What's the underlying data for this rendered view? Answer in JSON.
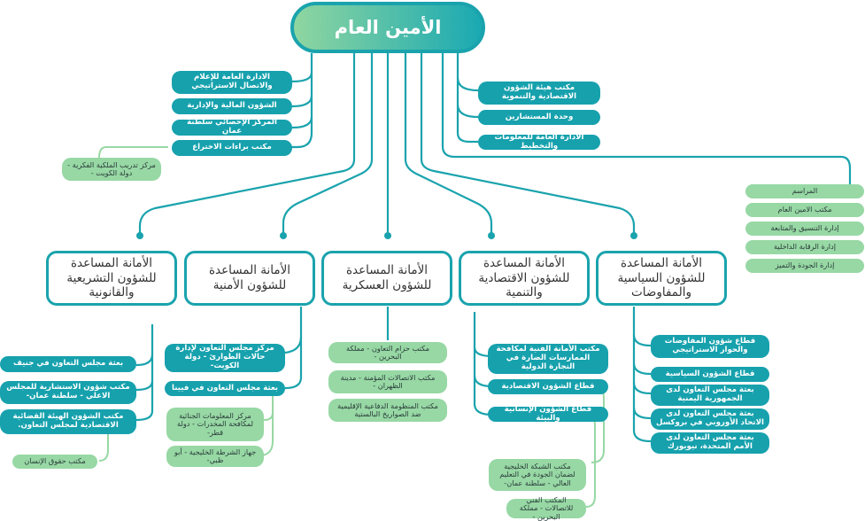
{
  "title": "الأمين العام",
  "colors": {
    "teal": "#16a1ad",
    "green": "#97d8a4",
    "line": "#1aa3ad"
  },
  "left_units": [
    "الادارة العامة للإعلام والاتصال الاستراتيجي",
    "الشؤون المالية والإدارية",
    "المركز الإحصائي سلطنة عمان",
    "مكتب براءات الاختراع"
  ],
  "left_sub": "مركز تدريب الملكية الفكرية - دولة الكويت -",
  "right_units": [
    "مكتب هيئة الشؤون الاقتصادية والتنموية",
    "وحدة المستشارين",
    "الادارة العامة للمعلومات والتخطيط"
  ],
  "far_right_units": [
    "المراسم",
    "مكتب الامين العام",
    "إدارة التنسيق والمتابعة",
    "إدارة الرقابة الداخلية",
    "إدارة الجودة والتميز"
  ],
  "assistants": [
    {
      "name": "الأمانة المساعدة للشؤون السياسية والمفاوضات",
      "children": [
        "قطاع شؤون المفاوضات والحوار الاستراتيجي",
        "قطاع الشؤون السياسية",
        "بعثة مجلس التعاون لدى الجمهورية اليمنية",
        "بعثة مجلس التعاون لدى الاتحاد الأوروبي في بروكسل",
        "بعثة مجلس التعاون لدى الأمم المتحدة، نيويورك"
      ]
    },
    {
      "name": "الأمانة المساعدة للشؤون الاقتصادية والتنمية",
      "children": [
        "مكتب الأمانة الفنية لمكافحة الممارسات الضارة في التجارة الدولية",
        "قطاع الشؤون الاقتصادية",
        "قطاع الشؤون الإنسانية والبيئة"
      ],
      "sub": [
        "مكتب الشبكة الخليجية لضمان الجودة في التعليم العالي - سلطنة عمان-",
        "المكتب الفني للاتصالات - مملكة البحرين -"
      ]
    },
    {
      "name": "الأمانة المساعدة للشؤون العسكرية",
      "sub": [
        "مكتب حزام التعاون - مملكة البحرين -",
        "مكتب الاتصالات المؤمنة - مدينة الظهران -",
        "مكتب المنظومة الدفاعية الإقليمية ضد الصواريخ البالستية"
      ]
    },
    {
      "name": "الأمانة المساعدة للشؤون الأمنية",
      "children": [
        "مركز مجلس التعاون لإدارة حالات الطوارئ - دولة الكويت-",
        "بعثة مجلس التعاون في فيينا"
      ],
      "sub": [
        "مركز المعلومات الجنائية لمكافحة المخدرات - دولة قطر-",
        "جهاز الشرطة الخليجية - أبو ظبي-"
      ]
    },
    {
      "name": "الأمانة المساعدة للشؤون التشريعية والقانونية",
      "children": [
        "بعثة مجلس التعاون في جنيف",
        "مكتب شؤون الاستشارية للمجلس الاعلي - سلطنة عمان-",
        "مكتب الشؤون الهيئة القضائية الاقتصادية لمجلس التعاون."
      ],
      "sub": [
        "مكتب حقوق الإنسان"
      ]
    }
  ]
}
